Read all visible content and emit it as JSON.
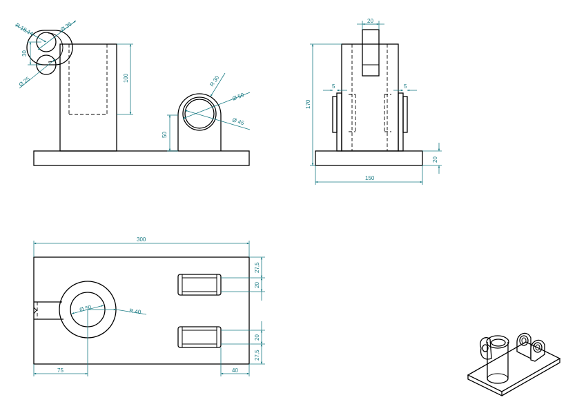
{
  "drawing": {
    "front_view": {
      "dim_slot_radius": "R 18,14",
      "dim_slot_dia_top": "Ø 35",
      "dim_slot_spacing": "30",
      "dim_slot_dia_bottom": "Ø 25",
      "dim_cyl_height": "100",
      "dim_boss_radius": "R 30",
      "dim_boss_outer_dia": "Ø 50",
      "dim_boss_inner_dia": "Ø 45",
      "dim_boss_height": "50"
    },
    "side_view": {
      "dim_tab_width": "20",
      "dim_left_wall": "5",
      "dim_right_wall": "5",
      "dim_total_height": "170",
      "dim_base_thickness": "20",
      "dim_base_width": "150"
    },
    "top_view": {
      "dim_total_length": "300",
      "dim_edge_offset_top": "27,5",
      "dim_lug_width_top": "20",
      "dim_lug_width_bottom": "20",
      "dim_edge_offset_bottom": "27,5",
      "dim_bore_dia": "Ø 50",
      "dim_boss_radius": "R 40",
      "dim_center_offset": "75",
      "dim_lug_offset": "40"
    }
  }
}
